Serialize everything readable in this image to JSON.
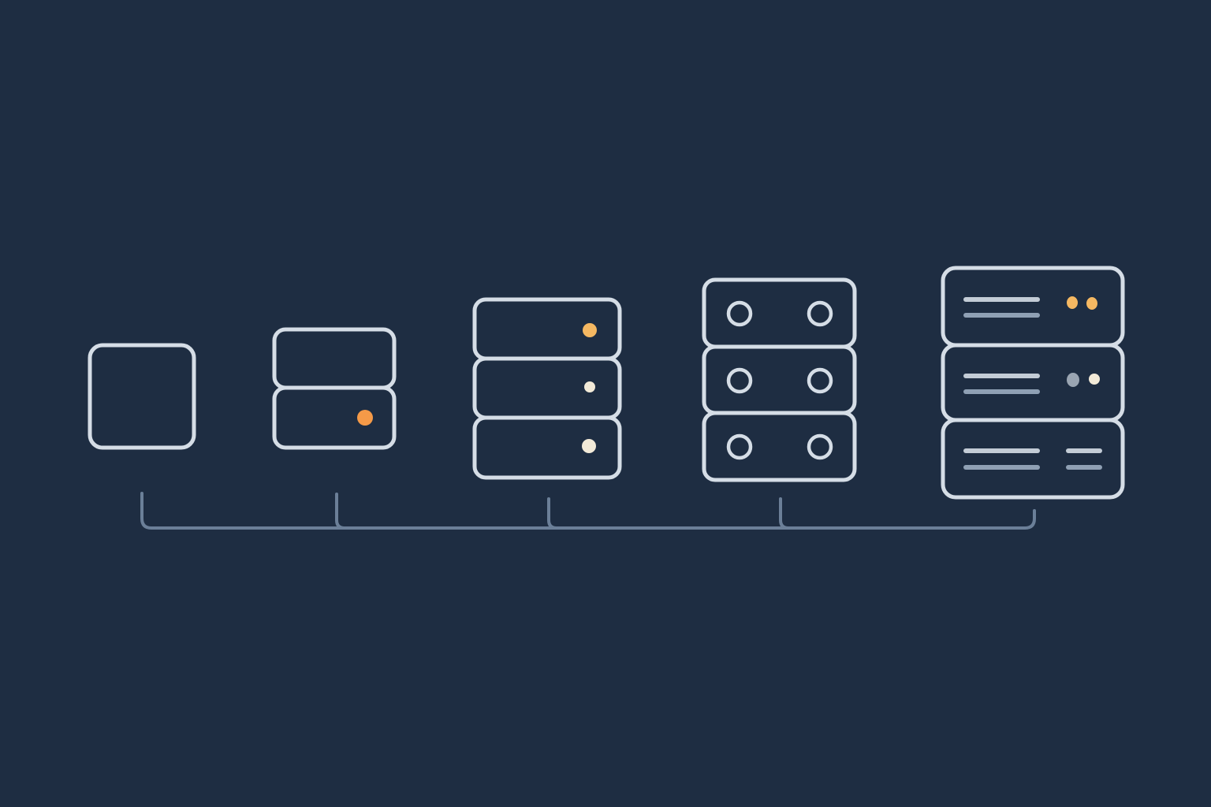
{
  "diagram": {
    "stages": [
      {
        "units": 1,
        "indicator": "none"
      },
      {
        "units": 2,
        "indicator": "orange-dot"
      },
      {
        "units": 3,
        "indicator": "status-dots"
      },
      {
        "units": 3,
        "indicator": "ring-ports"
      },
      {
        "units": 3,
        "indicator": "server-rack"
      }
    ]
  },
  "colors": {
    "background": "#1e2d42",
    "outline": "#d5dde6",
    "timeline": "#6b7f98",
    "accent_orange": "#f59a48",
    "accent_amber": "#f5b862",
    "light_dot": "#f2ead8",
    "gray_dot": "#9aa5b2",
    "bar_light": "#c3ccd6",
    "bar_mid": "#8fa0b4"
  }
}
